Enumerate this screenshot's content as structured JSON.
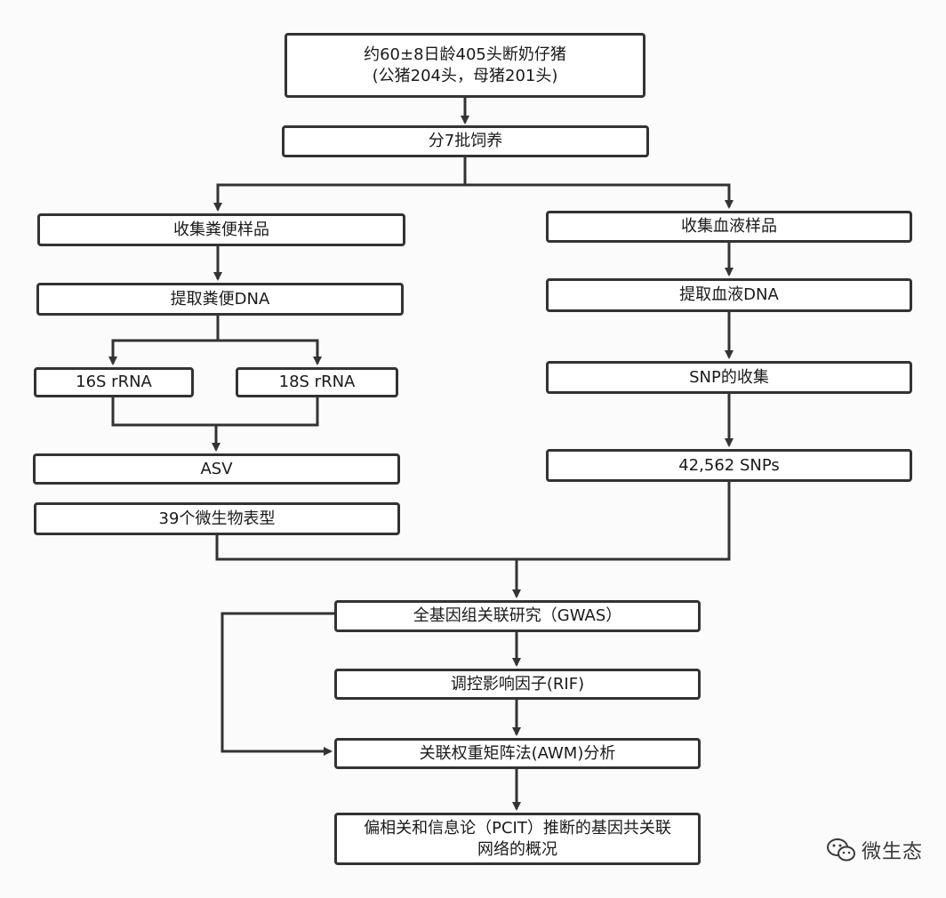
{
  "nodes": {
    "n1": {
      "line1": "约60±8日龄405头断奶仔猪",
      "line2": "(公猪204头，母猪201头)"
    },
    "n2": "分7批饲养",
    "n3": "收集粪便样品",
    "n4": "提取粪便DNA",
    "n5": "16S rRNA",
    "n6": "18S rRNA",
    "n7": "ASV",
    "n8": "39个微生物表型",
    "n9": "收集血液样品",
    "n10": "提取血液DNA",
    "n11": "SNP的收集",
    "n12": "42,562 SNPs",
    "n13": "全基因组关联研究（GWAS）",
    "n14": "调控影响因子(RIF)",
    "n15": "关联权重矩阵法(AWM)分析",
    "n16": {
      "line1": "偏相关和信息论（PCIT）推断的基因共关联",
      "line2": "网络的概况"
    }
  },
  "watermark": {
    "text": "微生态",
    "icon": "wechat-icon"
  },
  "colors": {
    "line": "#333333",
    "box_border": "#333333",
    "box_fill": "#ffffff",
    "background": "#fbfbfb"
  }
}
